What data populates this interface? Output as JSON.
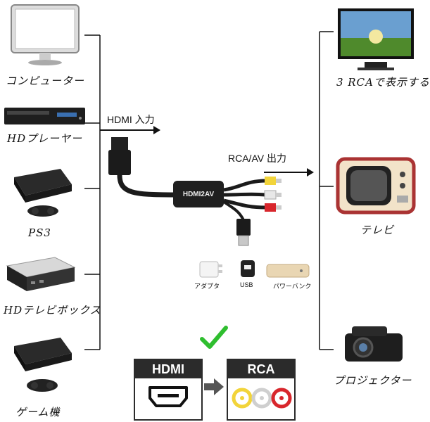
{
  "sources": [
    {
      "label": "コンピューター",
      "icon": "monitor-icon"
    },
    {
      "label": "HDプレーヤー",
      "icon": "dvd-player-icon"
    },
    {
      "label": "PS3",
      "icon": "ps3-console-icon"
    },
    {
      "label": "HDテレビボックス",
      "icon": "tv-box-icon"
    },
    {
      "label": "ゲーム機",
      "icon": "game-console-icon"
    }
  ],
  "outputs": [
    {
      "label": "3 RCAで表示する",
      "icon": "flat-tv-icon"
    },
    {
      "label": "テレビ",
      "icon": "retro-tv-icon"
    },
    {
      "label": "プロジェクター",
      "icon": "projector-icon"
    }
  ],
  "input_label": "HDMI 入力",
  "output_label": "RCA/AV 出力",
  "converter_text": "HDMI2AV",
  "power": [
    {
      "label": "アダプタ",
      "icon": "adapter-icon"
    },
    {
      "label": "USB",
      "icon": "usb-port-icon"
    },
    {
      "label": "パワーバンク",
      "icon": "power-bank-icon"
    }
  ],
  "conversion": {
    "from": "HDMI",
    "to": "RCA"
  },
  "colors": {
    "rca_yellow": "#f2d43a",
    "rca_white": "#e8e8e8",
    "rca_red": "#d8262c",
    "check": "#2fbe2f",
    "box_dark": "#2b2b2b"
  }
}
